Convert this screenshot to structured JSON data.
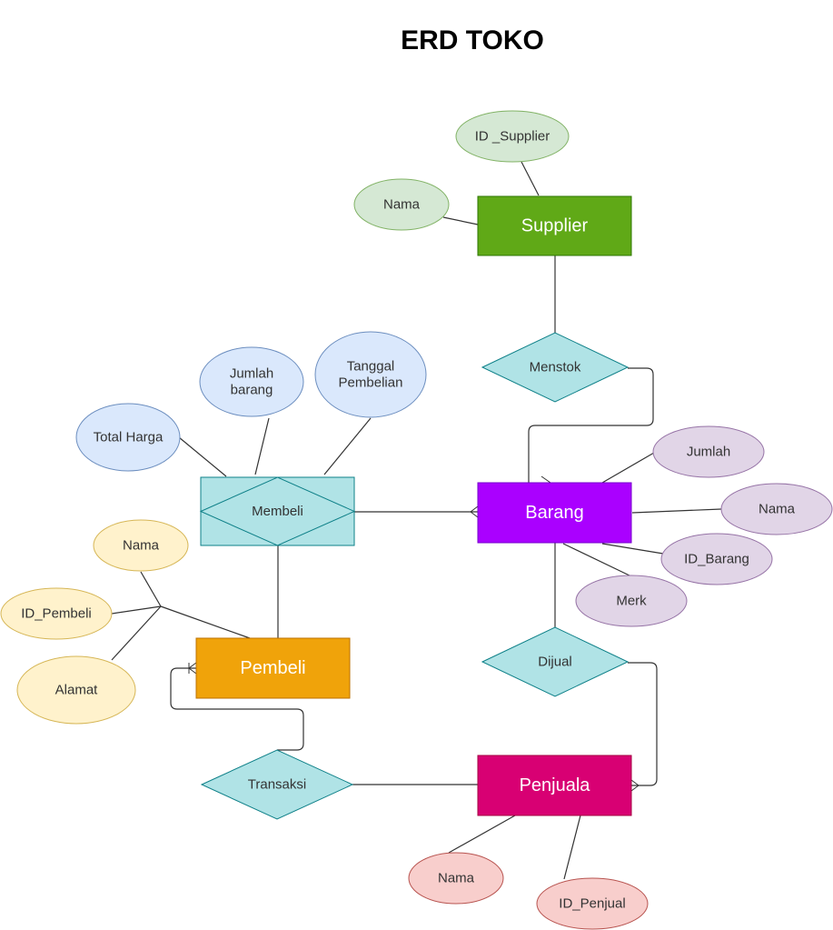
{
  "title": "ERD TOKO",
  "colors": {
    "supplier": "#60a917",
    "barang": "#aa00ff",
    "pembeli": "#f0a30a",
    "penjuala": "#d80073",
    "relationship": "#b0e3e6",
    "relationship_stroke": "#0e8088",
    "attr_supplier": "#d5e8d4",
    "attr_membeli": "#dae8fc",
    "attr_barang": "#e1d5e7",
    "attr_pembeli": "#fff2cc",
    "attr_penjual": "#f8cecc",
    "line": "#333333"
  },
  "entities": [
    {
      "id": "supplier",
      "label": "Supplier"
    },
    {
      "id": "barang",
      "label": "Barang"
    },
    {
      "id": "pembeli",
      "label": "Pembeli"
    },
    {
      "id": "penjuala",
      "label": "Penjuala"
    }
  ],
  "relationships": [
    {
      "id": "menstok",
      "label": "Menstok"
    },
    {
      "id": "membeli",
      "label": "Membeli",
      "associative": true
    },
    {
      "id": "dijual",
      "label": "Dijual"
    },
    {
      "id": "transaksi",
      "label": "Transaksi"
    }
  ],
  "attributes": [
    {
      "id": "sup_id",
      "owner": "supplier",
      "lines": [
        "ID _Supplier"
      ]
    },
    {
      "id": "sup_nama",
      "owner": "supplier",
      "lines": [
        "Nama"
      ]
    },
    {
      "id": "mb_total",
      "owner": "membeli",
      "lines": [
        "Total Harga"
      ]
    },
    {
      "id": "mb_jumlah",
      "owner": "membeli",
      "lines": [
        "Jumlah",
        "barang"
      ]
    },
    {
      "id": "mb_tanggal",
      "owner": "membeli",
      "lines": [
        "Tanggal",
        "Pembelian"
      ]
    },
    {
      "id": "br_jumlah",
      "owner": "barang",
      "lines": [
        "Jumlah"
      ]
    },
    {
      "id": "br_nama",
      "owner": "barang",
      "lines": [
        "Nama"
      ]
    },
    {
      "id": "br_id",
      "owner": "barang",
      "lines": [
        "ID_Barang"
      ]
    },
    {
      "id": "br_merk",
      "owner": "barang",
      "lines": [
        "Merk"
      ]
    },
    {
      "id": "pb_nama",
      "owner": "pembeli",
      "lines": [
        "Nama"
      ]
    },
    {
      "id": "pb_id",
      "owner": "pembeli",
      "lines": [
        "ID_Pembeli"
      ]
    },
    {
      "id": "pb_alamat",
      "owner": "pembeli",
      "lines": [
        "Alamat"
      ]
    },
    {
      "id": "pj_nama",
      "owner": "penjuala",
      "lines": [
        "Nama"
      ]
    },
    {
      "id": "pj_id",
      "owner": "penjuala",
      "lines": [
        "ID_Penjual"
      ]
    }
  ]
}
